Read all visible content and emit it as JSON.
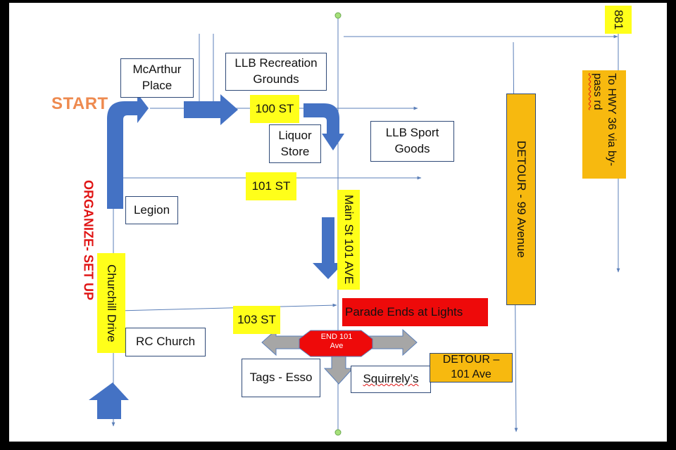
{
  "labels": {
    "start": "START",
    "organize": "ORGANIZE- SET UP",
    "mcarthur": "McArthur\nPlace",
    "llb_rec": "LLB Recreation\nGrounds",
    "st100": "100 ST",
    "liquor": "Liquor\nStore",
    "llb_sport": "LLB Sport\nGoods",
    "st101": "101 ST",
    "legion": "Legion",
    "main_st": "Main St 101 AVE",
    "churchill": "Churchill Drive",
    "st103": "103 ST",
    "parade_ends": "Parade Ends at Lights",
    "rc_church": "RC Church",
    "end_sign_line1": "END 101",
    "end_sign_line2": "Ave",
    "tags_esso": "Tags - Esso",
    "squirrelys": "Squirrely’s",
    "detour_101": "DETOUR –\n101 Ave",
    "detour_99": "DETOUR - 99 Avenue",
    "hwy36": "To HWY 36 via by-pass rd",
    "hwy36_line1": "To HWY 36 via by-",
    "hwy36_line2": "pass rd",
    "hwy881": "881"
  },
  "colors": {
    "route_arrow": "#4472c4",
    "highlight_yellow": "#ffff1a",
    "detour_orange": "#f7b90f",
    "parade_end_red": "#ee0a0a",
    "start_orange": "#ee8a4f",
    "organize_red": "#e01414",
    "road_line": "#5b7fb8",
    "gray_arrow": "#a6a6a6"
  }
}
